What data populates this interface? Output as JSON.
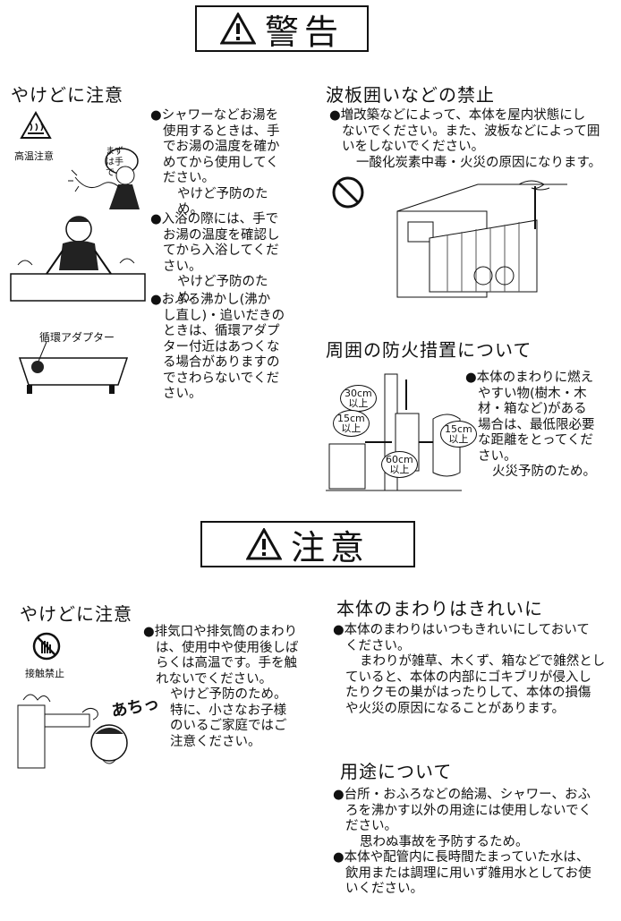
{
  "warning": {
    "title": "警告",
    "burn": {
      "heading": "やけどに注意",
      "icon_label": "高温注意",
      "speech": "まずは手で",
      "p1_lines": [
        "●シャワーなどお湯を",
        "使用するときは、手",
        "でお湯の温度を確か",
        "めてから使用してく",
        "ださい。",
        "やけど予防のため。"
      ],
      "p2_lines": [
        "●入浴の際には、手で",
        "お湯の温度を確認し",
        "てから入浴してくだ",
        "さい。",
        "やけど予防のため。"
      ],
      "adapter_label": "循環アダプター",
      "p3_lines": [
        "●おふろ沸かし(沸か",
        "し直し)・追いだきの",
        "ときは、循環アダプ",
        "ター付近はあつくな",
        "る場合がありますの",
        "でさわらないでくだ",
        "さい。"
      ]
    },
    "enclosure": {
      "heading": "波板囲いなどの禁止",
      "lines": [
        "●増改築などによって、本体を屋内状態にし",
        "ないでください。また、波板などによって囲",
        "いをしないでください。"
      ],
      "reason": "一酸化炭素中毒・火災の原因になります。"
    },
    "fire": {
      "heading": "周囲の防火措置について",
      "lines": [
        "●本体のまわりに燃え",
        "やすい物(樹木・木",
        "材・箱など)がある",
        "場合は、最低限必要",
        "な距離をとってくだ",
        "さい。"
      ],
      "reason": "火災予防のため。",
      "d30": "30cm",
      "d15a": "15cm",
      "d15b": "15cm",
      "d60": "60cm",
      "ijou": "以上"
    }
  },
  "caution": {
    "title": "注意",
    "burn": {
      "heading": "やけどに注意",
      "icon_label": "接触禁止",
      "shout": "あちっ",
      "lines": [
        "●排気口や排気筒のまわり",
        "は、使用中や使用後しば",
        "らくは高温です。手を触",
        "れないでください。"
      ],
      "reason_lines": [
        "やけど予防のため。",
        "特に、小さなお子様",
        "のいるご家庭ではご",
        "注意ください。"
      ]
    },
    "clean": {
      "heading": "本体のまわりはきれいに",
      "lines": [
        "●本体のまわりはいつもきれいにしておいて",
        "ください。"
      ],
      "detail_lines": [
        "まわりが雑草、木くず、箱などで雑然とし",
        "ていると、本体の内部にゴキブリが侵入し",
        "たりクモの巣がはったりして、本体の損傷",
        "や火災の原因になることがあります。"
      ]
    },
    "usage": {
      "heading": "用途について",
      "lines": [
        "●台所・おふろなどの給湯、シャワー、おふ",
        "ろを沸かす以外の用途には使用しないでく",
        "ださい。"
      ],
      "reason": "思わぬ事故を予防するため。",
      "lines2": [
        "●本体や配管内に長時間たまっていた水は、",
        "飲用または調理に用いず雑用水としてお使",
        "いください。"
      ]
    }
  }
}
